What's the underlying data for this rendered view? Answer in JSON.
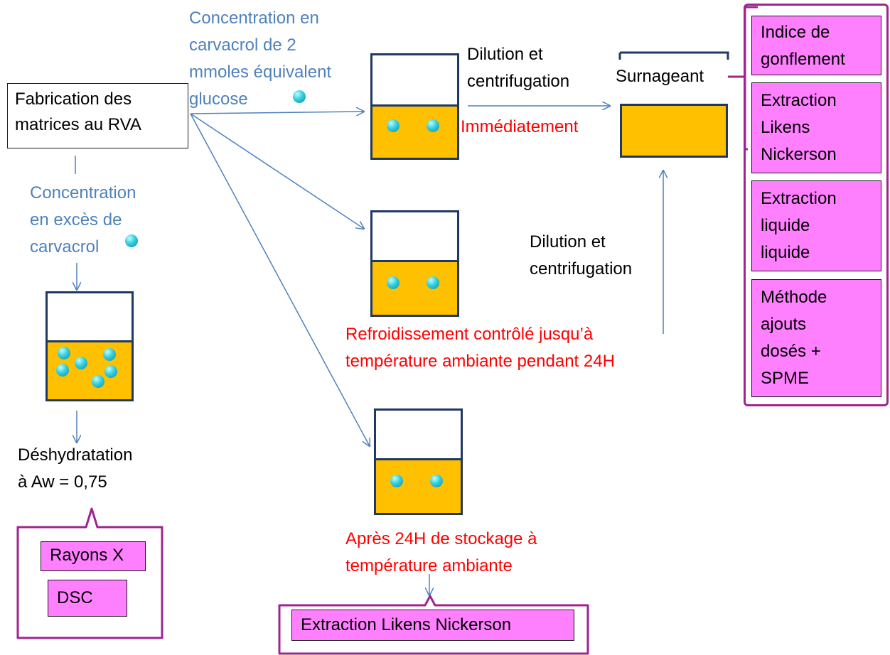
{
  "start_box": "Fabrication des\nmatrices au RVA",
  "blue_top": "Concentration en\ncarvacrol de 2\nmmoles équivalent\nglucose",
  "blue_left": "Concentration\nen excès de\ncarvacrol",
  "dilution_top": "Dilution et\ncentrifugation",
  "dilution_mid": "Dilution et\ncentrifugation",
  "immediatement": "Immédiatement",
  "surnageant": "Surnageant",
  "refroidissement": "Refroidissement contrôlé jusqu’à\ntempérature ambiante pendant 24H",
  "apres": "Après 24H de stockage à\ntempérature ambiante",
  "deshydratation": "Déshydratation\nà Aw = 0,75",
  "right_methods": [
    "Indice de\ngonflement",
    "Extraction\nLikens\nNickerson",
    "Extraction\nliquide\nliquide",
    "Méthode\najouts\ndosés +\nSPME"
  ],
  "left_methods": [
    "Rayons X",
    "DSC"
  ],
  "bottom_method": "Extraction Likens Nickerson",
  "colors": {
    "annotation_blue": "#4f81bd",
    "annotation_red": "#ff0000",
    "method_pink": "#ff80ff",
    "bracket_purple": "#a0248f",
    "liquid_orange": "#ffc000",
    "beaker_navy": "#1f3864",
    "molecule_cyan": "#33ccdd"
  }
}
